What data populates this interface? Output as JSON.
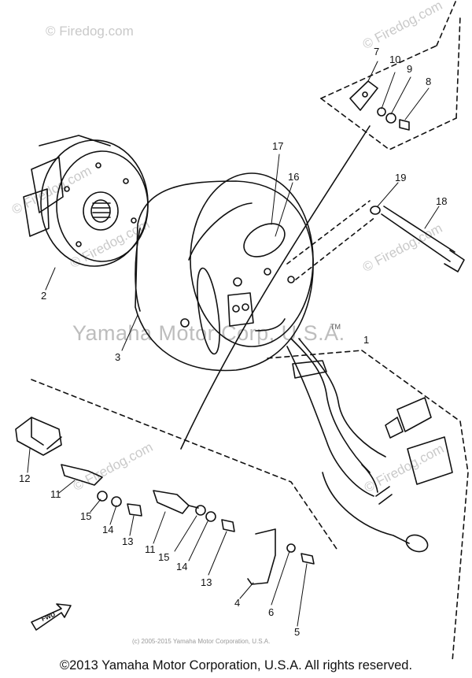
{
  "watermarks": {
    "brand": "© Firedog.com",
    "center": "Yamaha Motor Corp, U.S.A.",
    "small": "(c) 2005-2015 Yamaha Motor Corporation, U.S.A."
  },
  "footer": "©2013 Yamaha Motor Corporation, U.S.A. All rights reserved.",
  "diagram_labels": {
    "tm": "TM",
    "fwd": "FWD"
  },
  "callouts": [
    {
      "key": "c1",
      "text": "1"
    },
    {
      "key": "c2",
      "text": "2"
    },
    {
      "key": "c3",
      "text": "3"
    },
    {
      "key": "c4",
      "text": "4"
    },
    {
      "key": "c5",
      "text": "5"
    },
    {
      "key": "c6",
      "text": "6"
    },
    {
      "key": "c7",
      "text": "7"
    },
    {
      "key": "c8",
      "text": "8"
    },
    {
      "key": "c9",
      "text": "9"
    },
    {
      "key": "c10",
      "text": "10"
    },
    {
      "key": "c11a",
      "text": "11"
    },
    {
      "key": "c11b",
      "text": "11"
    },
    {
      "key": "c12",
      "text": "12"
    },
    {
      "key": "c13a",
      "text": "13"
    },
    {
      "key": "c13b",
      "text": "13"
    },
    {
      "key": "c14a",
      "text": "14"
    },
    {
      "key": "c14b",
      "text": "14"
    },
    {
      "key": "c15a",
      "text": "15"
    },
    {
      "key": "c15b",
      "text": "15"
    },
    {
      "key": "c16",
      "text": "16"
    },
    {
      "key": "c17",
      "text": "17"
    },
    {
      "key": "c18",
      "text": "18"
    },
    {
      "key": "c19",
      "text": "19"
    }
  ]
}
